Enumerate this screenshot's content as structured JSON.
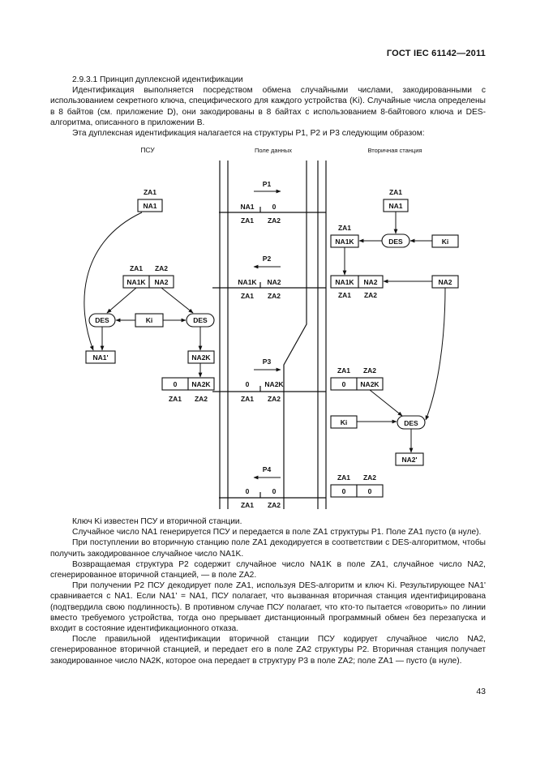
{
  "header": {
    "doc_code": "ГОСТ IEC 61142—2011"
  },
  "intro": {
    "heading": "2.9.3.1 Принцип дуплексной идентификации",
    "para1": "Идентификация выполняется посредством обмена случайными числами, закодированными с использованием секретного ключа, специфического для каждого устройства (Ki). Случайные числа определены в 8 байтов (см. приложение D), они закодированы в 8 байтах с использованием 8-байтового ключа и DES-алгоритма, описанного в приложении B.",
    "para2": "Эта дуплексная идентификация налагается на структуры P1, P2 и P3 следующим образом:"
  },
  "diagram": {
    "col_psu": "ПСУ",
    "col_data": "Поле данных",
    "col_secondary": "Вторичная станция",
    "labels": {
      "za1": "ZA1",
      "za2": "ZA2",
      "na1": "NA1",
      "na1k": "NA1K",
      "na2": "NA2",
      "na2k": "NA2K",
      "na1p": "NA1'",
      "na2p": "NA2'",
      "des": "DES",
      "ki": "Ki",
      "zero": "0",
      "p1": "P1",
      "p2": "P2",
      "p3": "P3",
      "p4": "P4"
    }
  },
  "body": {
    "p1": "Ключ Ki известен ПСУ и вторичной станции.",
    "p2": "Случайное число NA1 генерируется ПСУ и передается в поле ZA1 структуры P1. Поле ZA1 пусто (в нуле).",
    "p3": "При поступлении во вторичную станцию поле ZA1 декодируется в соответствии с DES-алгоритмом, чтобы получить закодированное случайное число NA1K.",
    "p4": "Возвращаемая структура P2 содержит случайное число NA1K в поле ZA1, случайное число NA2, сгенерированное вторичной станцией, — в поле ZA2.",
    "p5": "При получении P2 ПСУ декодирует поле ZA1, используя DES-алгоритм и ключ Ki. Результирующее NA1' сравнивается с NA1. Если NA1' = NA1, ПСУ полагает, что вызванная вторичная станция идентифицирована (подтвердила свою подлинность). В противном случае ПСУ полагает, что кто-то пытается «говорить» по линии вместо требуемого устройства, тогда оно прерывает дистанционный программный обмен без перезапуска и входит в состояние идентификационного отказа.",
    "p6": "После правильной идентификации вторичной станции ПСУ кодирует случайное число NA2, сгенерированное вторичной станцией, и передает его в поле ZA2 структуры P2. Вторичная станция получает закодированное число NA2K, которое она передает в структуру P3 в поле ZA2; поле ZA1 — пусто (в нуле)."
  },
  "footer": {
    "page_number": "43"
  }
}
